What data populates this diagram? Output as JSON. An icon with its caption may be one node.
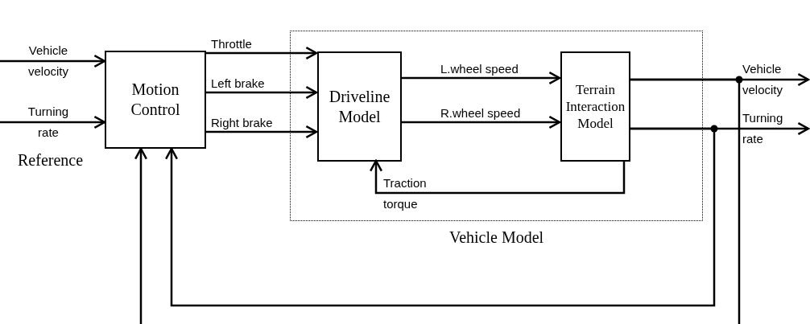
{
  "diagram": {
    "nodes": [
      {
        "text": [
          "Vehicle Model"
        ]
      },
      {
        "text": [
          "Motion Control"
        ]
      },
      {
        "text": [
          "Driveline Model"
        ],
        "in": 0
      },
      {
        "text": [
          "Terrain Interaction Model"
        ],
        "in": 0
      }
    ],
    "edges": [
      {
        "from": null,
        "to": 1,
        "arrow": "to",
        "label": "Vehicle velocity"
      },
      {
        "from": null,
        "to": 1,
        "arrow": "to",
        "label": "Turning rate"
      },
      {
        "from": 1,
        "to": 2,
        "arrow": "to",
        "label": "Throttle"
      },
      {
        "from": 1,
        "to": 2,
        "arrow": "to",
        "label": "Left brake"
      },
      {
        "from": 1,
        "to": 2,
        "arrow": "to",
        "label": "Right brake"
      },
      {
        "from": 2,
        "to": 3,
        "arrow": "to",
        "label": "L.wheel speed"
      },
      {
        "from": 2,
        "to": 3,
        "arrow": "to",
        "label": "R.wheel speed"
      },
      {
        "from": 3,
        "to": 2,
        "arrow": "to",
        "label": "Traction torque"
      },
      {
        "from": 3,
        "to": null,
        "arrow": "to",
        "label": "Vehicle velocity"
      },
      {
        "from": 3,
        "to": null,
        "arrow": "to",
        "label": "Turning rate"
      },
      {
        "from": 3,
        "to": 1,
        "arrow": "to"
      },
      {
        "from": 3,
        "to": null,
        "arrow": "none"
      },
      {
        "from": null,
        "to": 1,
        "arrow": "to"
      }
    ],
    "labels": [
      "Reference"
    ]
  }
}
